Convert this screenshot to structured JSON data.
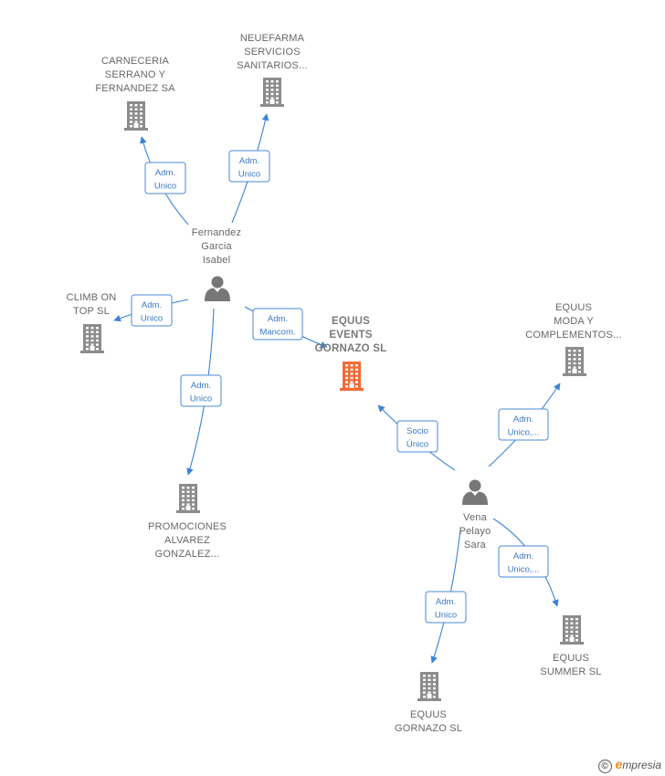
{
  "colors": {
    "company": "#8c8c8c",
    "focus_company": "#f26a36",
    "person": "#777777",
    "edge": "#3a82d6"
  },
  "nodes": [
    {
      "id": "carneceria",
      "kind": "company",
      "lines": [
        "CARNECERIA",
        "SERRANO Y",
        "FERNANDEZ SA"
      ]
    },
    {
      "id": "neuefarma",
      "kind": "company",
      "lines": [
        "NEUEFARMA",
        "SERVICIOS",
        "SANITARIOS..."
      ]
    },
    {
      "id": "fernandez",
      "kind": "person",
      "lines": [
        "Fernandez",
        "Garcia",
        "Isabel"
      ]
    },
    {
      "id": "climb",
      "kind": "company",
      "lines": [
        "CLIMB ON",
        "TOP SL"
      ]
    },
    {
      "id": "equus_events",
      "kind": "focus",
      "lines": [
        "EQUUS",
        "EVENTS",
        "GORNAZO SL"
      ]
    },
    {
      "id": "equus_moda",
      "kind": "company",
      "lines": [
        "EQUUS",
        "MODA Y",
        "COMPLEMENTOS..."
      ]
    },
    {
      "id": "promociones",
      "kind": "company",
      "lines": [
        "PROMOCIONES",
        "ALVAREZ",
        "GONZALEZ..."
      ]
    },
    {
      "id": "vena",
      "kind": "person",
      "lines": [
        "Vena",
        "Pelayo",
        "Sara"
      ]
    },
    {
      "id": "equus_summer",
      "kind": "company",
      "lines": [
        "EQUUS",
        "SUMMER SL"
      ]
    },
    {
      "id": "equus_gornazo",
      "kind": "company",
      "lines": [
        "EQUUS",
        "GORNAZO SL"
      ]
    }
  ],
  "relations": [
    {
      "id": "r1",
      "from": "fernandez",
      "to": "carneceria",
      "lines": [
        "Adm.",
        "Unico"
      ]
    },
    {
      "id": "r2",
      "from": "fernandez",
      "to": "neuefarma",
      "lines": [
        "Adm.",
        "Unico"
      ]
    },
    {
      "id": "r3",
      "from": "fernandez",
      "to": "climb",
      "lines": [
        "Adm.",
        "Unico"
      ]
    },
    {
      "id": "r4",
      "from": "fernandez",
      "to": "equus_events",
      "lines": [
        "Adm.",
        "Mancom."
      ]
    },
    {
      "id": "r5",
      "from": "fernandez",
      "to": "promociones",
      "lines": [
        "Adm.",
        "Unico"
      ]
    },
    {
      "id": "r6",
      "from": "vena",
      "to": "equus_events",
      "lines": [
        "Socio",
        "Único"
      ]
    },
    {
      "id": "r7",
      "from": "vena",
      "to": "equus_moda",
      "lines": [
        "Adm.",
        "Unico,..."
      ]
    },
    {
      "id": "r8",
      "from": "vena",
      "to": "equus_summer",
      "lines": [
        "Adm.",
        "Unico,..."
      ]
    },
    {
      "id": "r9",
      "from": "vena",
      "to": "equus_gornazo",
      "lines": [
        "Adm.",
        "Unico"
      ]
    }
  ],
  "footer": {
    "copyright": "©",
    "brand_initial": "e",
    "brand_rest": "mpresia"
  }
}
